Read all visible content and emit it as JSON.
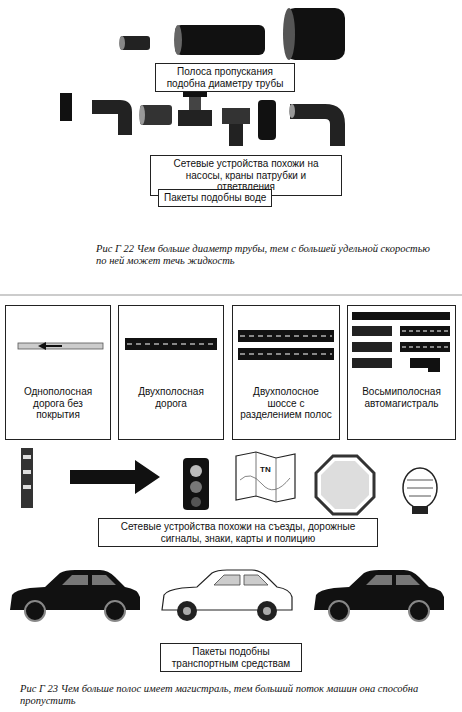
{
  "diagram": {
    "caption": "Рис Г 22 Чем больше диаметр трубы, тем с большей удельной скоростью по ней может течь жидкость",
    "nodes": [
      {
        "text": [
          "Полоса пропускания подобна диаметру трубы"
        ]
      },
      {
        "text": [
          "Сетевые устройства похожи на насосы, краны патрубки и ответвления"
        ]
      },
      {
        "text": [
          "Пакеты подобны воде"
        ]
      },
      {
        "text": [
          "Однополосная дорога без покрытия"
        ]
      },
      {
        "text": [
          "Двухполосная дорога"
        ]
      },
      {
        "text": [
          "Двухполосное шоссе с разделением полос"
        ]
      },
      {
        "text": [
          "Восьмиполосная автомагистраль"
        ]
      },
      {
        "text": [
          "Сетевые устройства похожи на съезды, дорожные сигналы, знаки, карты и полицию"
        ]
      },
      {
        "text": [
          "Пакеты подобны транспортным средствам"
        ]
      }
    ],
    "labels": [
      "TN",
      "Рис Г 23 Чем больше полос имеет магистраль, тем больший поток машин она способна пропустить"
    ]
  }
}
